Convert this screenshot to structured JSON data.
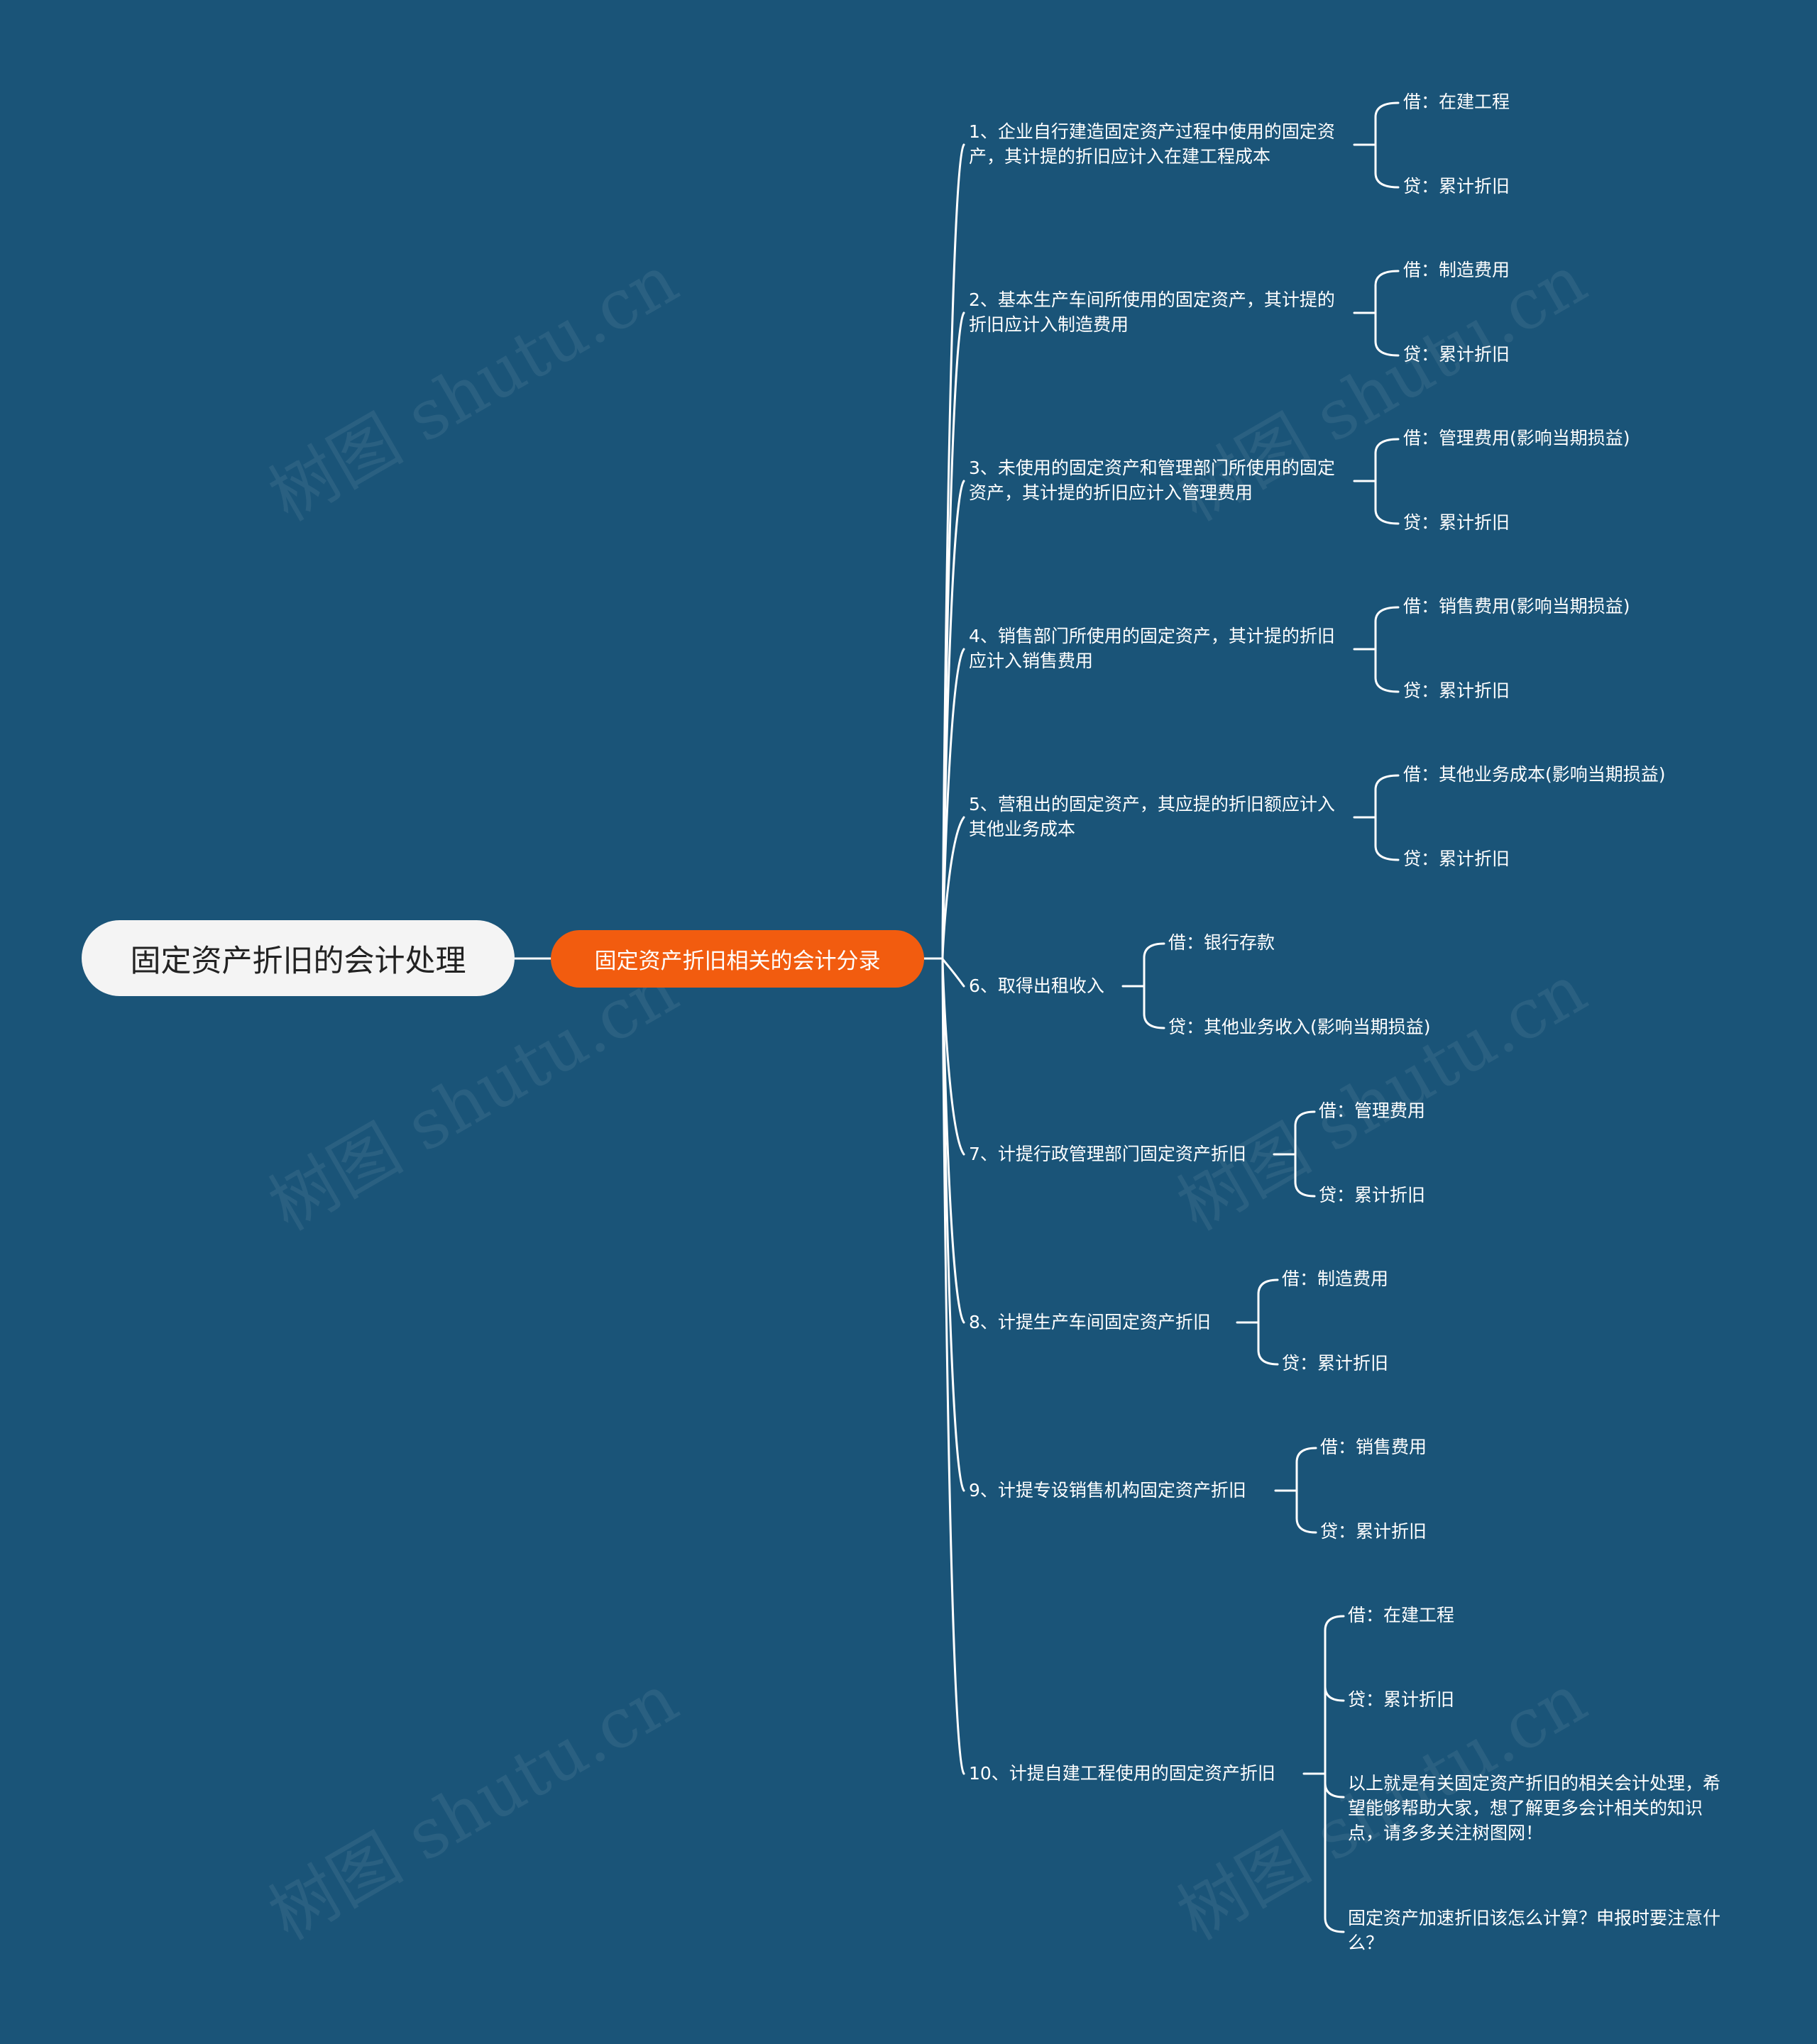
{
  "root": {
    "label": "固定资产折旧的会计处理"
  },
  "center": {
    "label": "固定资产折旧相关的会计分录"
  },
  "watermark": "树图 shutu.cn",
  "colors": {
    "background": "#1a5478",
    "root_fill": "#f4f4f4",
    "center_fill": "#f25c0f",
    "line": "#ffffff"
  },
  "branches": [
    {
      "label": "1、企业自行建造固定资产过程中使用的固定资产，其计提的折旧应计入在建工程成本",
      "children": [
        "借：在建工程",
        "贷：累计折旧"
      ]
    },
    {
      "label": "2、基本生产车间所使用的固定资产，其计提的折旧应计入制造费用",
      "children": [
        "借：制造费用",
        "贷：累计折旧"
      ]
    },
    {
      "label": "3、未使用的固定资产和管理部门所使用的固定资产，其计提的折旧应计入管理费用",
      "children": [
        "借：管理费用(影响当期损益)",
        "贷：累计折旧"
      ]
    },
    {
      "label": "4、销售部门所使用的固定资产，其计提的折旧应计入销售费用",
      "children": [
        "借：销售费用(影响当期损益)",
        "贷：累计折旧"
      ]
    },
    {
      "label": "5、营租出的固定资产，其应提的折旧额应计入其他业务成本",
      "children": [
        "借：其他业务成本(影响当期损益)",
        "贷：累计折旧"
      ]
    },
    {
      "label": "6、取得出租收入",
      "children": [
        "借：银行存款",
        "贷：其他业务收入(影响当期损益)"
      ]
    },
    {
      "label": "7、计提行政管理部门固定资产折旧",
      "children": [
        "借：管理费用",
        "贷：累计折旧"
      ]
    },
    {
      "label": "8、计提生产车间固定资产折旧",
      "children": [
        "借：制造费用",
        "贷：累计折旧"
      ]
    },
    {
      "label": "9、计提专设销售机构固定资产折旧",
      "children": [
        "借：销售费用",
        "贷：累计折旧"
      ]
    },
    {
      "label": "10、计提自建工程使用的固定资产折旧",
      "children": [
        "借：在建工程",
        "贷：累计折旧",
        "以上就是有关固定资产折旧的相关会计处理，希望能够帮助大家，想了解更多会计相关的知识点，请多多关注树图网！",
        "固定资产加速折旧该怎么计算？申报时要注意什么？"
      ]
    }
  ]
}
